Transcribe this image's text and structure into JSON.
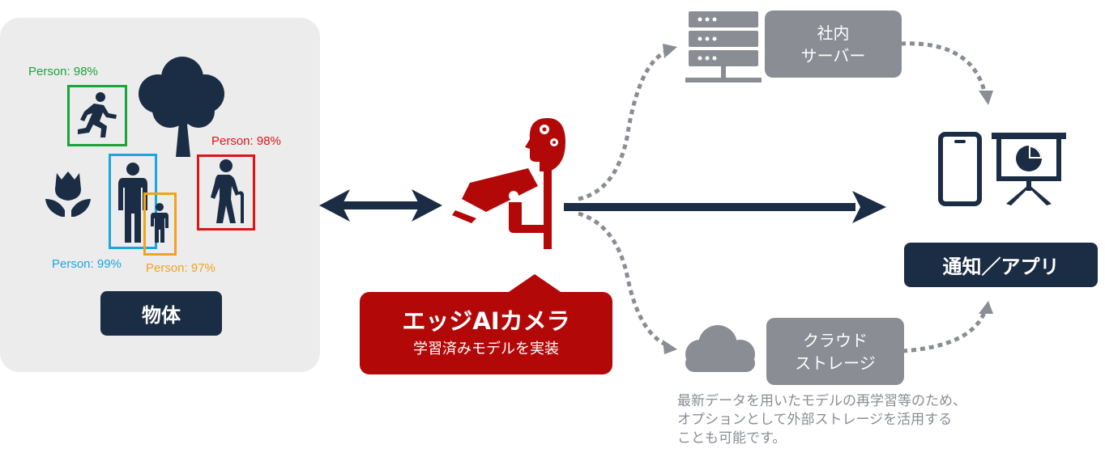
{
  "objects_panel": {
    "title": "物体",
    "detections": [
      {
        "label": "Person: 98%",
        "color": "#1aa33a"
      },
      {
        "label": "Person: 98%",
        "color": "#dd1515"
      },
      {
        "label": "Person: 99%",
        "color": "#1ba6e0"
      },
      {
        "label": "Person: 97%",
        "color": "#f3a21c"
      }
    ]
  },
  "camera": {
    "title": "エッジAIカメラ",
    "subtitle": "学習済みモデルを実装",
    "color": "#b30808"
  },
  "server": {
    "lines": [
      "社内",
      "サーバー"
    ]
  },
  "cloud": {
    "lines": [
      "クラウド",
      "ストレージ"
    ]
  },
  "output": {
    "label": "通知／アプリ"
  },
  "note": {
    "lines": [
      "最新データを用いたモデルの再学習等のため、",
      "オプションとして外部ストレージを活用する",
      "ことも可能です。"
    ]
  },
  "colors": {
    "navy": "#1b2d44",
    "gray": "#8a8d93",
    "red": "#b30808",
    "panel": "#ececec"
  }
}
